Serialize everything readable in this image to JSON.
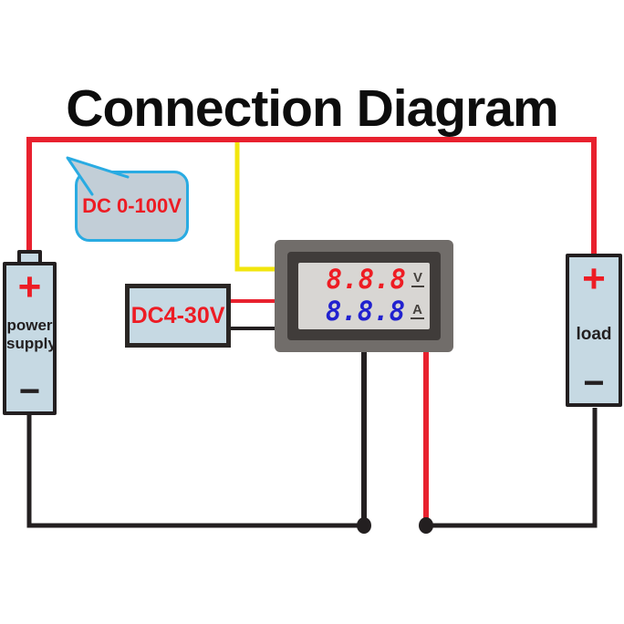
{
  "title": "Connection Diagram",
  "callout": {
    "label": "DC 0-100V"
  },
  "sense_range_box": {
    "label": "DC4-30V"
  },
  "meter": {
    "volt_value": "8.8.8",
    "volt_unit": "V",
    "amp_value": "8.8.8",
    "amp_unit": "A"
  },
  "power_supply": {
    "positive": "+",
    "name_line1": "power",
    "name_line2": "supply",
    "negative": "−"
  },
  "load": {
    "positive": "+",
    "name": "load",
    "negative": "−"
  },
  "icons": {
    "positive_terminal": "plus-sign",
    "negative_terminal": "minus-sign",
    "junctions": "junction-dot"
  },
  "colors": {
    "title_color": "#0d0d0d",
    "positive_wire": "#e8212e",
    "negative_wire": "#231f20",
    "voltage_sense_wire": "#f2e60e",
    "component_fill": "#c6d9e3",
    "component_border": "#231f20",
    "callout_fill": "#c2ced7",
    "callout_border": "#29abe2",
    "label_red": "#ed1c24",
    "volt_digits": "#ee1c23",
    "amp_digits": "#2121cf",
    "meter_frame": "#716d6a",
    "meter_bezel": "#403c3a",
    "meter_display": "#d8d6d3"
  }
}
